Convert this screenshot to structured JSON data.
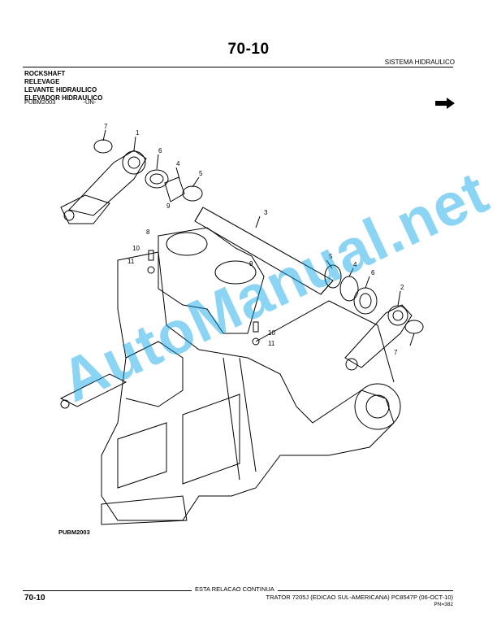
{
  "header": {
    "page_number": "70-10",
    "section": "SISTEMA HIDRAULICO"
  },
  "titles": [
    "ROCKSHAFT",
    "RELEVAGE",
    "LEVANTE HIDRAULICO",
    "ELEVADOR HIDRAULICO"
  ],
  "codes": {
    "figure_ref": "PUBM2003",
    "unit": "-UN-"
  },
  "diagram": {
    "figure_code": "PUBM2003",
    "callouts": [
      "7",
      "1",
      "6",
      "4",
      "5",
      "9",
      "3",
      "8",
      "10",
      "11",
      "9",
      "5",
      "4",
      "6",
      "2",
      "10",
      "11",
      "7"
    ],
    "watermark": "AutoManual.net"
  },
  "footer": {
    "continues": "ESTA RELACAO CONTINUA",
    "page_number": "70-10",
    "publication": "TRATOR 7205J (EDICAO SUL-AMERICANA)   PC8547P   (06-OCT-10)",
    "pn": "PN=382"
  },
  "colors": {
    "watermark": "#00a0e6"
  }
}
